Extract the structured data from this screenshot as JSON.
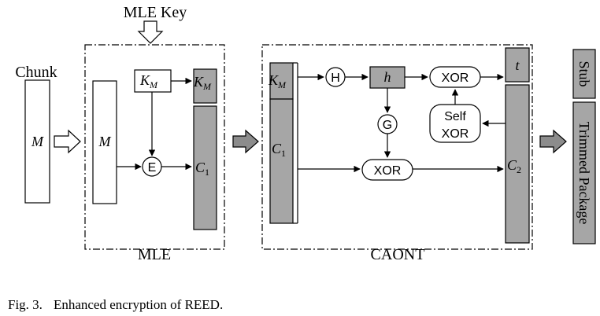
{
  "labels": {
    "mle_key": "MLE Key",
    "chunk": "Chunk",
    "mle": "MLE",
    "caont": "CAONT",
    "m": "M",
    "k": "K",
    "m_sub": "M",
    "c": "C",
    "one": "1",
    "two": "2",
    "h_ital": "h",
    "t_ital": "t",
    "e": "E",
    "h": "H",
    "g": "G",
    "xor": "XOR",
    "self": "Self",
    "stub": "Stub",
    "trimmed": "Trimmed Package"
  },
  "caption": {
    "number": "Fig. 3.",
    "text": "Enhanced encryption of REED."
  }
}
